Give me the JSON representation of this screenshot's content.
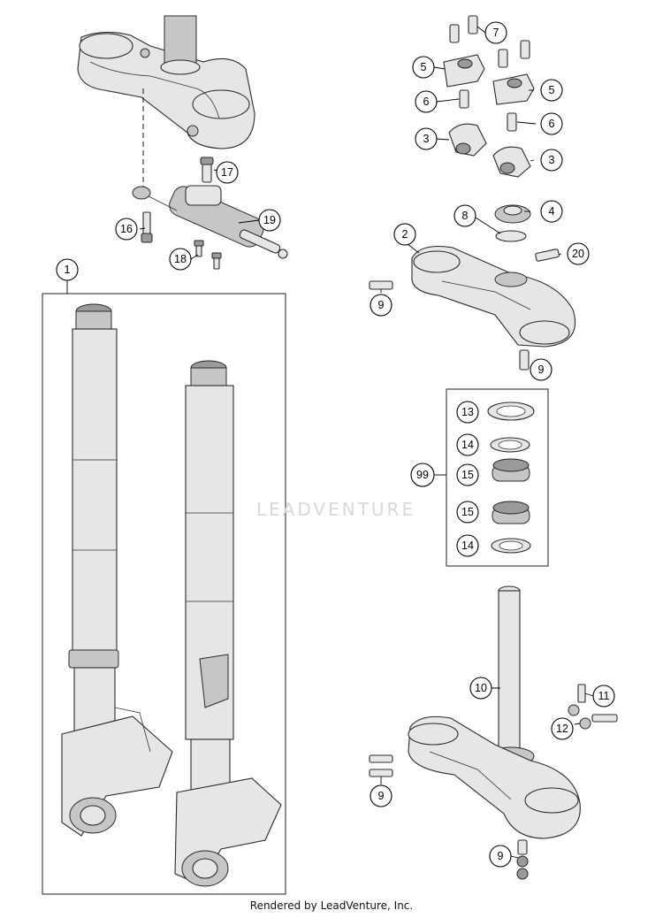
{
  "callouts": [
    {
      "label": "1"
    },
    {
      "label": "2"
    },
    {
      "label": "3"
    },
    {
      "label": "3"
    },
    {
      "label": "4"
    },
    {
      "label": "5"
    },
    {
      "label": "5"
    },
    {
      "label": "6"
    },
    {
      "label": "6"
    },
    {
      "label": "7"
    },
    {
      "label": "8"
    },
    {
      "label": "9"
    },
    {
      "label": "9"
    },
    {
      "label": "9"
    },
    {
      "label": "9"
    },
    {
      "label": "10"
    },
    {
      "label": "11"
    },
    {
      "label": "12"
    },
    {
      "label": "13"
    },
    {
      "label": "14"
    },
    {
      "label": "14"
    },
    {
      "label": "15"
    },
    {
      "label": "15"
    },
    {
      "label": "16"
    },
    {
      "label": "17"
    },
    {
      "label": "18"
    },
    {
      "label": "19"
    },
    {
      "label": "20"
    },
    {
      "label": "99"
    }
  ],
  "watermark": "LEADVENTURE",
  "footer": "Rendered by LeadVenture, Inc.",
  "colors": {
    "ink": "#000000",
    "part_fill": "#e6e6e6",
    "part_shade": "#9a9a9a",
    "background": "#ffffff"
  }
}
